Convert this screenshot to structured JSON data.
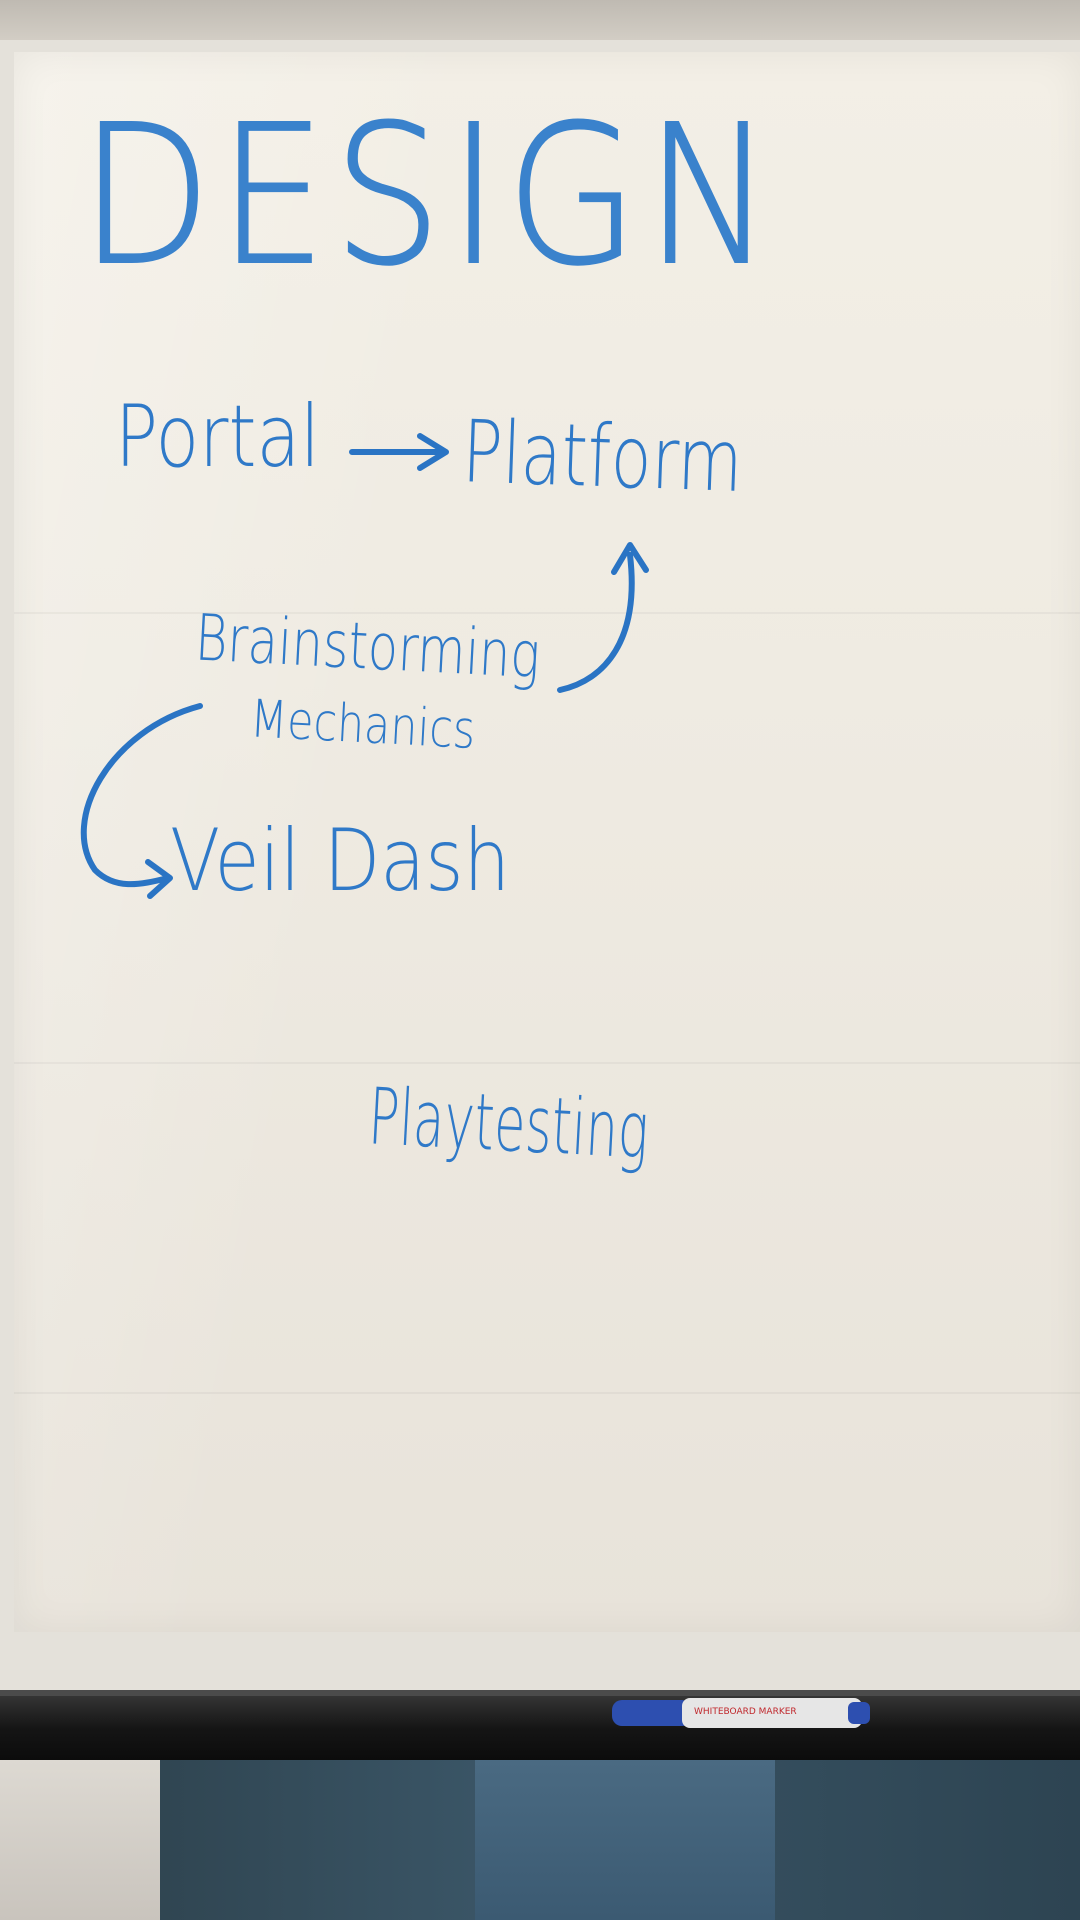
{
  "flipchart": {
    "heading": "DESIGN",
    "items": [
      {
        "label": "Portal"
      },
      {
        "label": "Platform"
      },
      {
        "label": "Brainstorming"
      },
      {
        "label": "Mechanics"
      },
      {
        "label": "Veil Dash"
      },
      {
        "label": "Playtesting"
      }
    ],
    "ink_color": "#2a74c4"
  },
  "marker": {
    "label": "WHITEBOARD MARKER",
    "cap_color": "#2d4fb0",
    "body_color": "#e6e6e6",
    "label_color": "#c0282d"
  }
}
